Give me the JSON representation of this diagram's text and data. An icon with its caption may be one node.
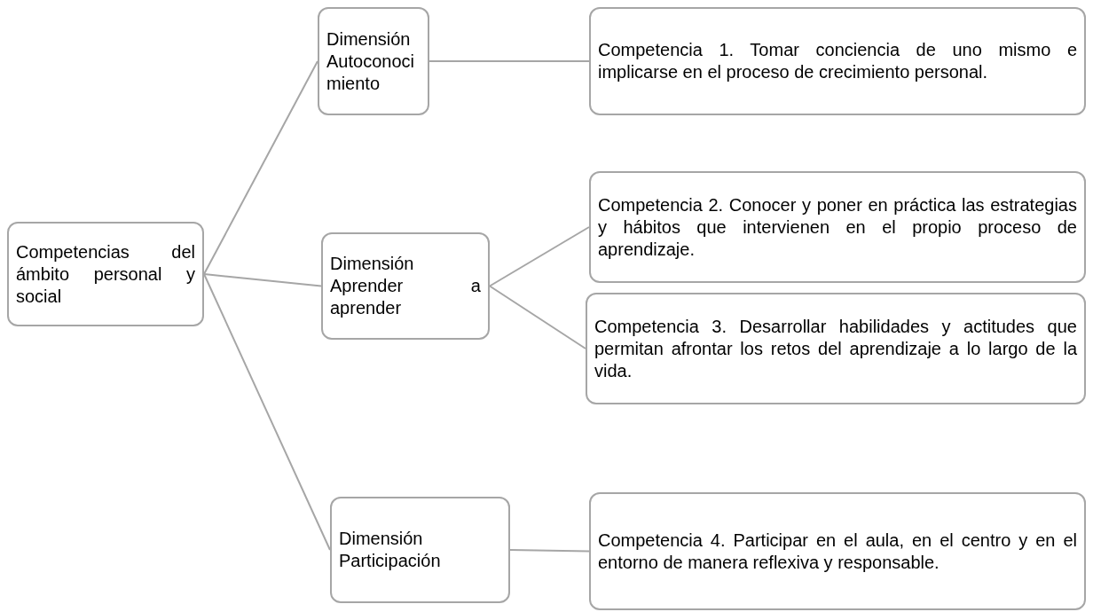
{
  "diagram": {
    "nodes": [
      {
        "text": [
          "Competencias del ámbito personal y social"
        ]
      },
      {
        "text": [
          "Dimensión Autoconocimiento"
        ]
      },
      {
        "text": [
          "Competencia 1. Tomar conciencia de uno mismo e implicarse en el proceso de crecimiento personal."
        ]
      },
      {
        "text": [
          "Dimensión Aprender a aprender"
        ]
      },
      {
        "text": [
          "Competencia 2. Conocer y poner en práctica las estrategias y hábitos que intervienen en el propio proceso de aprendizaje."
        ]
      },
      {
        "text": [
          "Competencia 3. Desarrollar habilidades y actitudes que permitan afrontar los retos del aprendizaje a lo largo de la vida."
        ]
      },
      {
        "text": [
          "Dimensión Participación"
        ]
      },
      {
        "text": [
          "Competencia 4. Participar en el aula, en el centro y en el entorno de manera reflexiva y responsable."
        ]
      }
    ],
    "edges": [
      {
        "from": 0,
        "to": 1,
        "arrow": "none"
      },
      {
        "from": 0,
        "to": 3,
        "arrow": "none"
      },
      {
        "from": 0,
        "to": 6,
        "arrow": "none"
      },
      {
        "from": 1,
        "to": 2,
        "arrow": "none"
      },
      {
        "from": 3,
        "to": 4,
        "arrow": "none"
      },
      {
        "from": 3,
        "to": 5,
        "arrow": "none"
      },
      {
        "from": 6,
        "to": 7,
        "arrow": "none"
      }
    ]
  }
}
